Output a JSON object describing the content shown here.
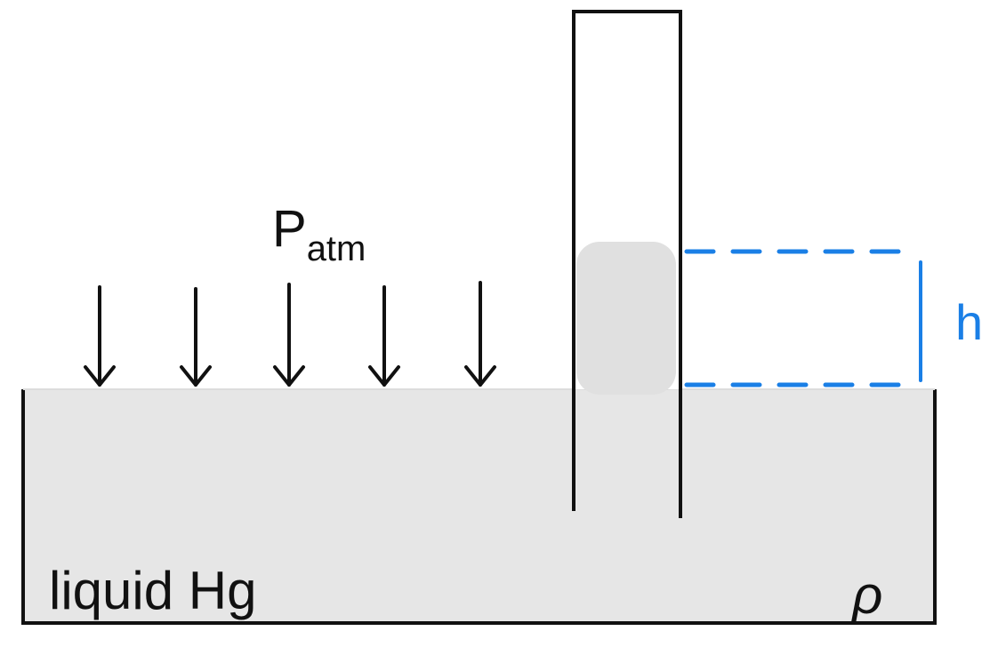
{
  "labels": {
    "pressure_main": "P",
    "pressure_sub": "atm",
    "height": "h",
    "liquid": "liquid Hg",
    "density": "ρ"
  },
  "colors": {
    "liquid_fill": "#e6e6e6",
    "column_fill": "#e0e0e0",
    "outline": "#111111",
    "measure": "#1a7fe6",
    "background": "#ffffff"
  },
  "arrows": {
    "count": 5,
    "direction": "down"
  }
}
